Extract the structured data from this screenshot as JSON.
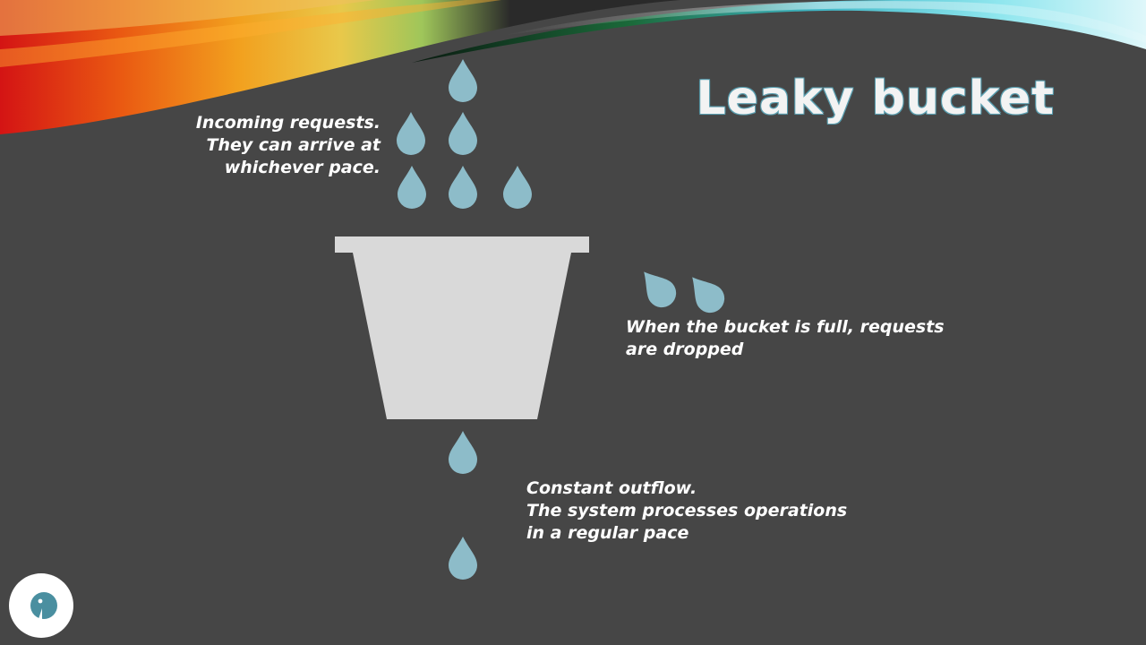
{
  "slide": {
    "title": "Leaky bucket",
    "incoming_label": [
      "Incoming requests.",
      "They can arrive at",
      "whichever pace."
    ],
    "dropped_label": [
      "When the bucket is full, requests",
      "are dropped"
    ],
    "outflow_label": [
      "Constant outflow.",
      "The system processes operations",
      "in a regular pace"
    ]
  },
  "colors": {
    "background": "#464646",
    "drop": "#8dbcc9",
    "bucket": "#d9d9d9",
    "title_outline": "#5a9fb0"
  },
  "icons": {
    "drop": "water-drop-icon",
    "bucket": "bucket-icon",
    "logo": "bird-logo-icon"
  }
}
